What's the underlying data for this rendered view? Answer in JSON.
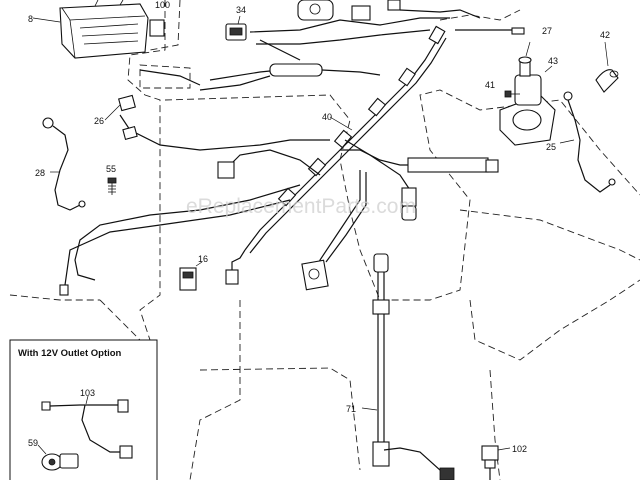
{
  "callouts": {
    "c8": "8",
    "c100": "100",
    "c34": "34",
    "c27": "27",
    "c42": "42",
    "c43": "43",
    "c41": "41",
    "c25": "25",
    "c26": "26",
    "c40": "40",
    "c28": "28",
    "c55": "55",
    "c16": "16",
    "c71": "71",
    "c102": "102",
    "c103": "103",
    "c59": "59"
  },
  "inset": {
    "title": "With 12V Outlet Option"
  },
  "watermark": "eReplacementParts.com"
}
